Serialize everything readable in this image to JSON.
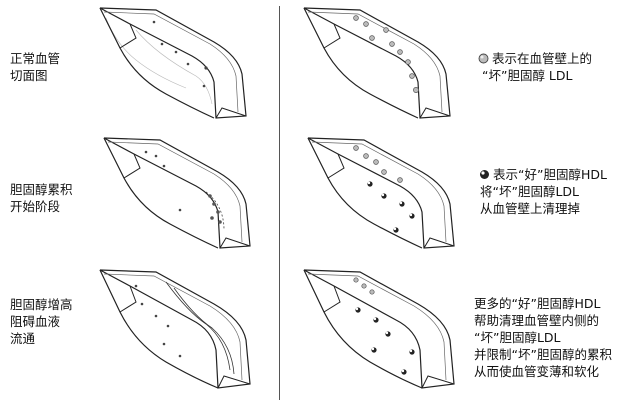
{
  "left_labels": [
    [
      "正常血管",
      "切面图"
    ],
    [
      "胆固醇累积",
      "开始阶段"
    ],
    [
      "胆固醇增高",
      "阻碍血液",
      "流通"
    ]
  ],
  "right_labels": [
    [
      "表示在血管壁上的",
      "“坏”胆固醇 LDL"
    ],
    [
      "表示“好”胆固醇HDL",
      "将“坏”胆固醇LDL",
      "从血管壁上清理掉"
    ],
    [
      "更多的“好”胆固醇HDL",
      "帮助清理血管壁内侧的",
      "“坏”胆固醇LDL",
      "并限制“坏”胆固醇的累积",
      "从而使血管变薄和软化"
    ]
  ],
  "legend_icons": [
    "ldl-ball-icon",
    "hdl-ball-icon"
  ]
}
